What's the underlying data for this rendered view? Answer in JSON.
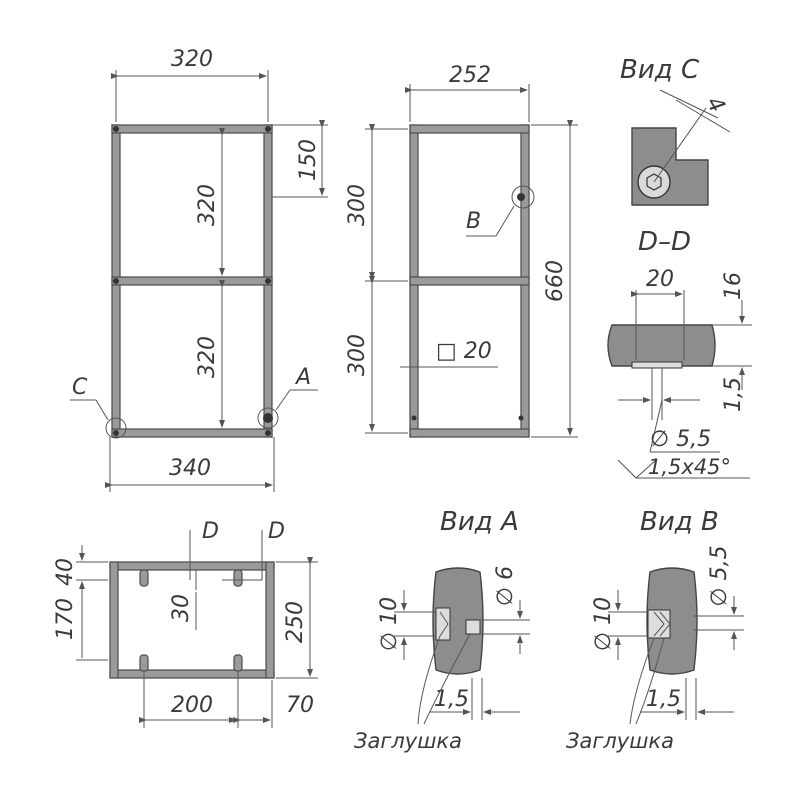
{
  "front": {
    "w": "320",
    "h_top": "150",
    "h1": "320",
    "h2": "320",
    "w_bottom": "340",
    "label_c": "C",
    "label_a": "A"
  },
  "side": {
    "w": "252",
    "h1": "300",
    "h2": "300",
    "h_total": "660",
    "label_b": "B",
    "square": "□ 20"
  },
  "view_c": {
    "title": "Вид С",
    "dim": "4"
  },
  "section_d": {
    "title": "D–D",
    "w": "20",
    "h": "16",
    "t": "1,5",
    "dia": "∅ 5,5",
    "chamfer": "1,5x45°"
  },
  "top": {
    "d1": "D",
    "d2": "D",
    "h40": "40",
    "h170": "170",
    "h30": "30",
    "h250": "250",
    "w200": "200",
    "w70": "70"
  },
  "view_a": {
    "title": "Вид А",
    "dia10": "∅ 10",
    "dia6": "∅ 6",
    "t": "1,5",
    "note": "Заглушка"
  },
  "view_b": {
    "title": "Вид В",
    "dia10": "∅ 10",
    "dia55": "∅ 5,5",
    "t": "1,5",
    "note": "Заглушка"
  }
}
